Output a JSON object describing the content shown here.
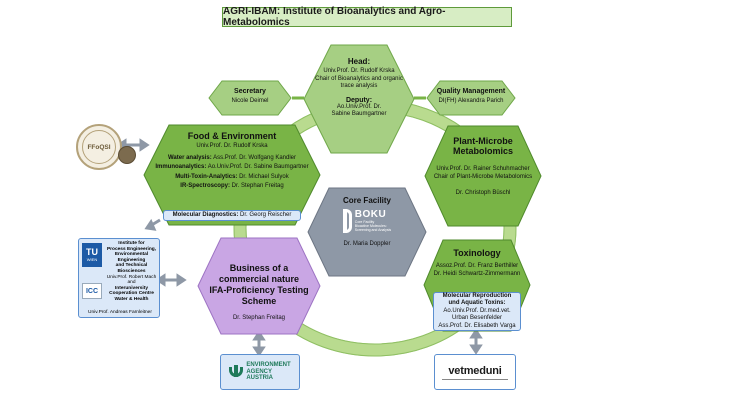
{
  "title": "AGRI-IBAM: Institute of Bioanalytics and Agro-Metabolomics",
  "colors": {
    "green_fill": "#79b446",
    "green_light": "#a6cf83",
    "green_ring": "#b9db8f",
    "green_border": "#4f8a2c",
    "purple": "#c9a6e4",
    "grey": "#8e98a6",
    "blue_box": "#dbe8f8",
    "blue_border": "#5b8fd0",
    "title_fill": "#d7edc4"
  },
  "head": {
    "title": "Head:",
    "line1": "Univ.Prof. Dr. Rudolf Krska",
    "line2": "Chair of Bioanalytics and organic",
    "line3": "trace analysis",
    "deputy_title": "Deputy:",
    "deputy1": "Ao.Univ.Prof. Dr.",
    "deputy2": "Sabine Baumgartner"
  },
  "secretary": {
    "title": "Secretary",
    "name": "Nicole Deimel"
  },
  "quality": {
    "title": "Quality Management",
    "name": "DI(FH) Alexandra Parich"
  },
  "food": {
    "title": "Food & Environment",
    "head": "Univ.Prof. Dr. Rudolf Krska",
    "rows": [
      {
        "label": "Water analysis:",
        "name": " Ass.Prof. Dr. Wolfgang Kandler"
      },
      {
        "label": "Immunoanalytics:",
        "name": " Ao.Univ.Prof. Dr. Sabine Baumgartner"
      },
      {
        "label": "Multi-Toxin-Analytics:",
        "name": " Dr. Michael Sulyok"
      },
      {
        "label": "IR-Spectroscopy:",
        "name": " Dr. Stephan Freitag"
      }
    ],
    "molecular_label": "Molecular Diagnostics:",
    "molecular_name": " Dr. Georg Reischer"
  },
  "plant": {
    "title1": "Plant-Microbe",
    "title2": "Metabolomics",
    "line1": "Univ.Prof. Dr. Rainer Schuhmacher",
    "line2": "Chair of  Plant-Microbe Metabolomics",
    "line3": "Dr. Christoph Büschl"
  },
  "core": {
    "title": "Core Facility",
    "logo_text": "BOKU",
    "logo_sub1": "Core Facility",
    "logo_sub2": "Bioactive Molecules:",
    "logo_sub3": "Screening and Analysis",
    "name": "Dr. Maria Doppler"
  },
  "toxinology": {
    "title": "Toxinology",
    "line1": "Assoz.Prof. Dr. Franz Berthiller",
    "line2": "Dr. Heidi Schwartz-Zimmermann",
    "box_title1": "Molecular Reproduction",
    "box_title2": "und Aquatic Toxins:",
    "box_line1": "Ao.Univ.Prof. Dr.med.vet.",
    "box_line2": "Urban Besenfelder",
    "box_line3": "Ass.Prof. Dr. Elisabeth Varga"
  },
  "business": {
    "title1": "Business of a",
    "title2": "commercial nature",
    "title3": "IFA-Proficiency Testing",
    "title4": "Scheme",
    "name": "Dr. Stephan Freitag"
  },
  "tu": {
    "logo_top": "TU",
    "logo_bottom": "WIEN",
    "icc": "ICC",
    "line1": "Institute for",
    "line2": "Process Engineering,",
    "line3": "Environmental Engineering",
    "line4": "and Technical Biosciences",
    "line5": "Univ.Prof. Robert Mach",
    "line6": "and",
    "line7": "Interuniversity",
    "line8": "Cooperation Centre",
    "line9": "Water & Health",
    "line10": "Univ.Prof. Andreas Farnleitner"
  },
  "ffogsi": {
    "text": "FFoQSI"
  },
  "env_agency": {
    "line1": "ENVIRONMENT",
    "line2": "AGENCY",
    "line3": "AUSTRIA"
  },
  "vetmed": {
    "text": "vetmeduni"
  }
}
